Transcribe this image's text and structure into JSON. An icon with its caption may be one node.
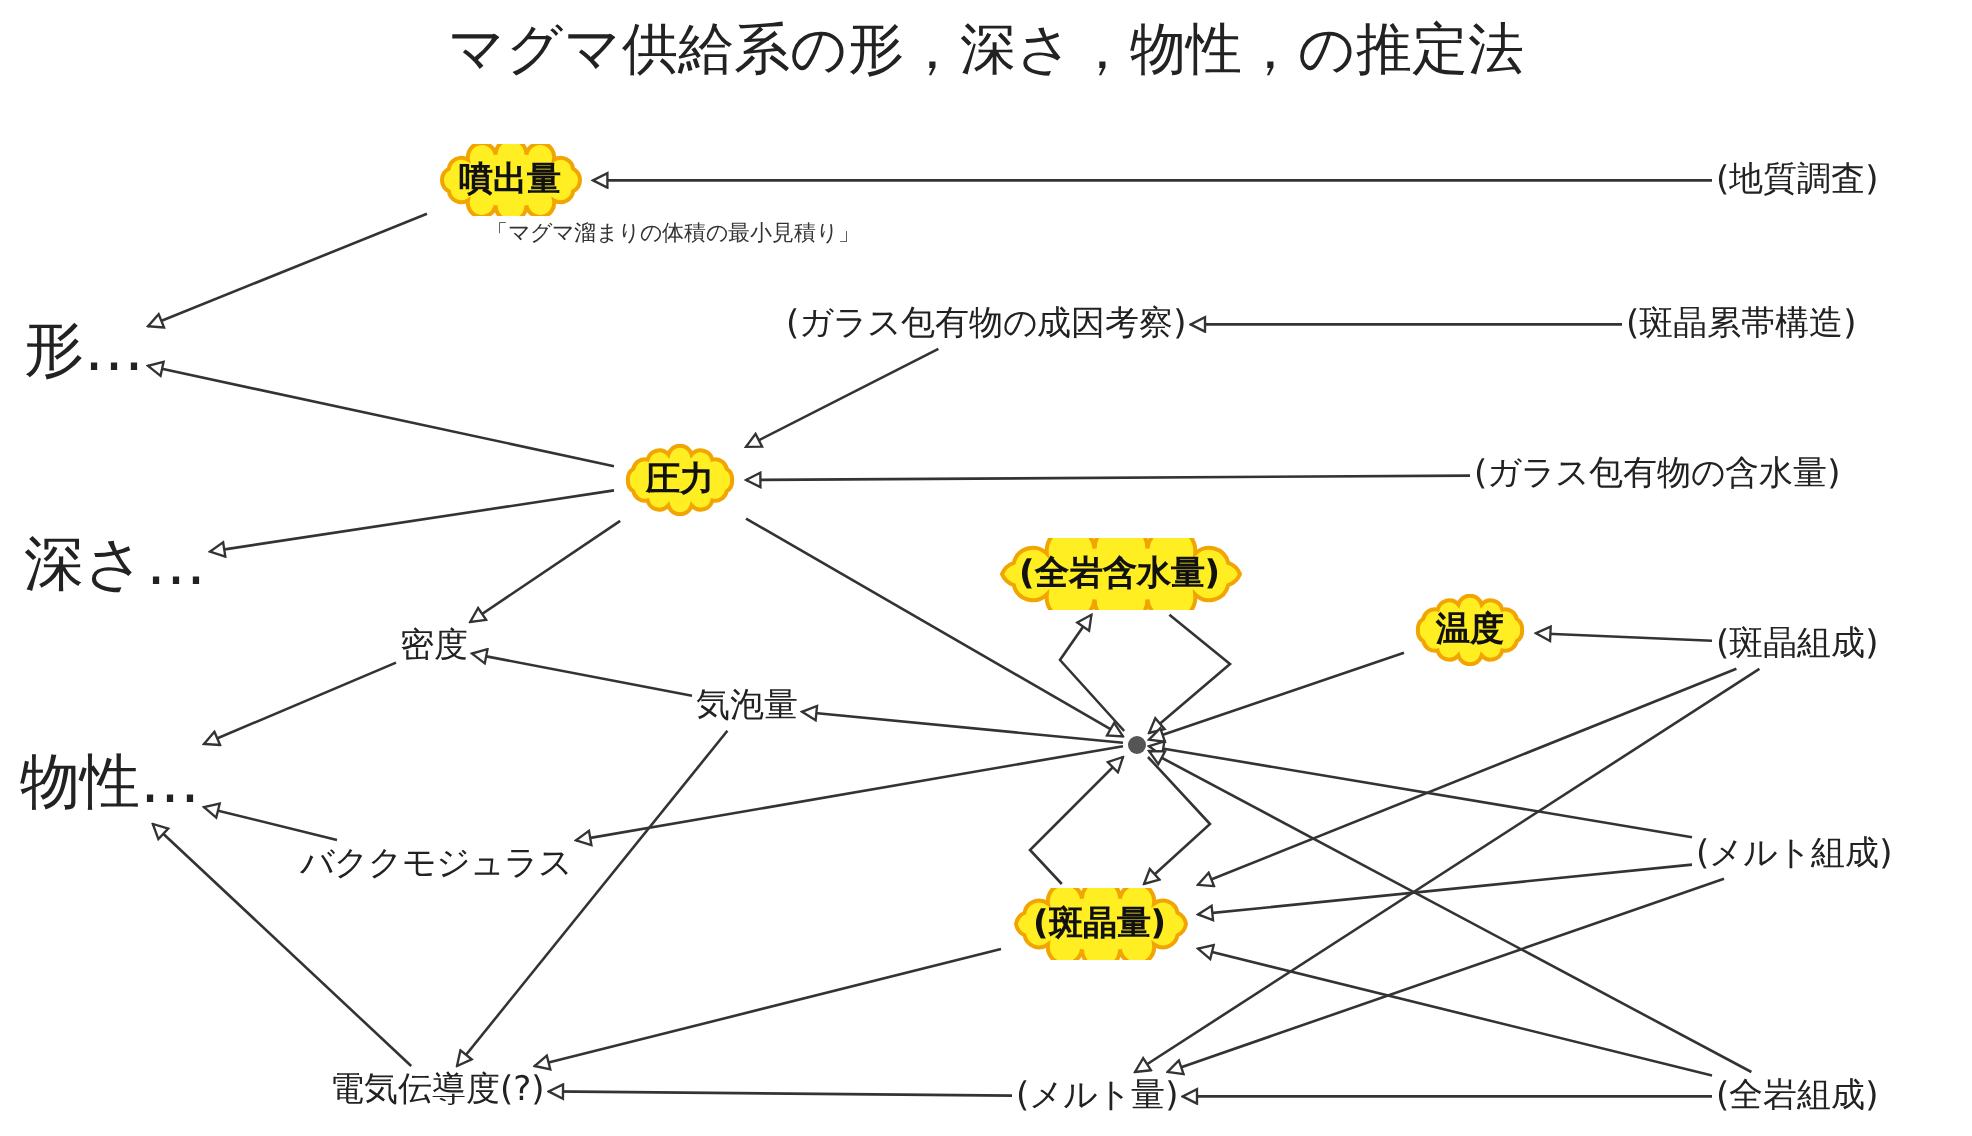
{
  "diagram": {
    "title": "マグマ供給系の形，深さ，物性，の推定法",
    "nodes": [
      {
        "text": [
          "噴出量"
        ],
        "beside": [
          "「マグマ溜まりの体積の最小見積り」"
        ]
      },
      {
        "text": [
          "(地質調査)"
        ]
      },
      {
        "text": [
          "形…"
        ]
      },
      {
        "text": [
          "(ガラス包有物の成因考察)"
        ]
      },
      {
        "text": [
          "(斑晶累帯構造)"
        ]
      },
      {
        "text": [
          "深さ…"
        ]
      },
      {
        "text": [
          "圧力"
        ]
      },
      {
        "text": [
          "(ガラス包有物の含水量)"
        ]
      },
      {
        "text": [
          "(全岩含水量)"
        ]
      },
      {
        "text": [
          "温度"
        ]
      },
      {
        "text": [
          "(斑晶組成)"
        ]
      },
      {
        "text": [
          "密度"
        ]
      },
      {
        "text": [
          "気泡量"
        ]
      },
      {
        "text": [
          "物性…"
        ]
      },
      {
        "text": [],
        "shape": "point"
      },
      {
        "text": [
          "バククモジュラス"
        ]
      },
      {
        "text": [
          "(メルト組成)"
        ]
      },
      {
        "text": [
          "(斑晶量)"
        ]
      },
      {
        "text": [
          "電気伝導度(?)"
        ]
      },
      {
        "text": [
          "(メルト量)"
        ]
      },
      {
        "text": [
          "(全岩組成)"
        ]
      }
    ],
    "edges": [
      {
        "from": 1,
        "to": 0,
        "arrow": "to"
      },
      {
        "from": 0,
        "to": 2,
        "arrow": "to"
      },
      {
        "from": 6,
        "to": 2,
        "arrow": "to"
      },
      {
        "from": 6,
        "to": 5,
        "arrow": "to"
      },
      {
        "from": 4,
        "to": 3,
        "arrow": "to"
      },
      {
        "from": 3,
        "to": 6,
        "arrow": "to"
      },
      {
        "from": 7,
        "to": 6,
        "arrow": "to"
      },
      {
        "from": 6,
        "to": 11,
        "arrow": "to"
      },
      {
        "from": 6,
        "to": 14,
        "arrow": "to"
      },
      {
        "from": 14,
        "to": 8,
        "arrow": "to"
      },
      {
        "from": 8,
        "to": 14,
        "arrow": "to"
      },
      {
        "from": 14,
        "to": 12,
        "arrow": "to"
      },
      {
        "from": 14,
        "to": 15,
        "arrow": "to"
      },
      {
        "from": 17,
        "to": 14,
        "arrow": "to"
      },
      {
        "from": 14,
        "to": 17,
        "arrow": "to"
      },
      {
        "from": 9,
        "to": 14,
        "arrow": "to"
      },
      {
        "from": 10,
        "to": 9,
        "arrow": "to"
      },
      {
        "from": 16,
        "to": 14,
        "arrow": "to"
      },
      {
        "from": 20,
        "to": 14,
        "arrow": "to"
      },
      {
        "from": 10,
        "to": 17,
        "arrow": "to"
      },
      {
        "from": 16,
        "to": 17,
        "arrow": "to"
      },
      {
        "from": 20,
        "to": 17,
        "arrow": "to"
      },
      {
        "from": 10,
        "to": 19,
        "arrow": "to"
      },
      {
        "from": 16,
        "to": 19,
        "arrow": "to"
      },
      {
        "from": 20,
        "to": 19,
        "arrow": "to"
      },
      {
        "from": 11,
        "to": 13,
        "arrow": "to"
      },
      {
        "from": 12,
        "to": 11,
        "arrow": "to"
      },
      {
        "from": 15,
        "to": 13,
        "arrow": "to"
      },
      {
        "from": 18,
        "to": 13,
        "arrow": "to"
      },
      {
        "from": 12,
        "to": 18,
        "arrow": "to"
      },
      {
        "from": 17,
        "to": 18,
        "arrow": "to"
      },
      {
        "from": 19,
        "to": 18,
        "arrow": "to"
      }
    ]
  }
}
